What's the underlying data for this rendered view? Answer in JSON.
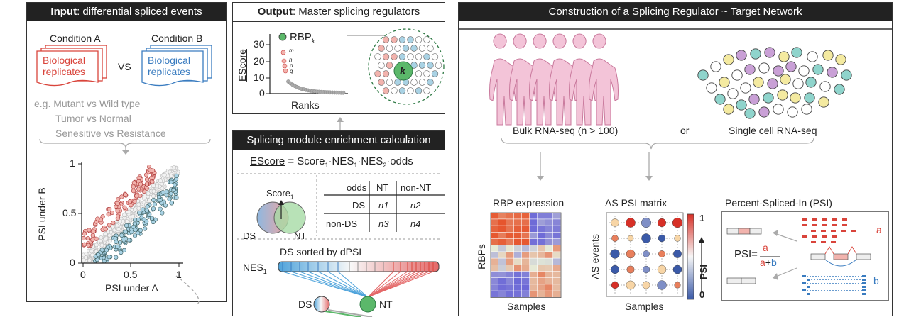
{
  "panel_input": {
    "title_bold": "Input",
    "title_rest": ": differential spliced events",
    "condition_a": "Condition A",
    "condition_b": "Condition B",
    "replicates_line1": "Biological",
    "replicates_line2": "replicates",
    "vs": "VS",
    "example_1": "e.g. Mutant vs Wild type",
    "example_2": "Tumor vs  Normal",
    "example_3": "Senesitive vs Resistance",
    "scatter": {
      "ylabel": "PSI under B",
      "xlabel": "PSI under A",
      "xticks": [
        "0",
        "0.5",
        "1"
      ],
      "yticks": [
        "0",
        "0.5",
        "1"
      ]
    }
  },
  "panel_output": {
    "title_bold": "Output",
    "title_rest": ": Master splicing regulators",
    "ylabel": "EScore",
    "xlabel": "Ranks",
    "yticks": [
      "0",
      "10",
      "20",
      "30"
    ],
    "rbp_label": "RBP",
    "rbp_sub": "k",
    "point_labels": [
      "m",
      "n",
      "p",
      "q"
    ],
    "network_center": "k"
  },
  "panel_enrich": {
    "title": "Splicing module enrichment calculation",
    "formula_lhs": "EScore",
    "formula_rhs_a": " = Score",
    "formula_rhs_b": "·NES",
    "formula_rhs_c": "·NES",
    "formula_rhs_d": "·odds",
    "sub1": "1",
    "sub2": "2",
    "score_label": "Score",
    "ds": "DS",
    "nt": "NT",
    "table_header": [
      "odds",
      "NT",
      "non-NT"
    ],
    "table_rows": [
      [
        "DS",
        "n1",
        "n2"
      ],
      [
        "non-DS",
        "n3",
        "n4"
      ]
    ],
    "sorted_label": "DS sorted by dPSI",
    "nes_label": "NES",
    "nes_sub": "1",
    "bottom_ds": "DS",
    "bottom_nt": "NT"
  },
  "panel_network": {
    "title": "Construction of a Splicing Regulator ~ Target Network",
    "bulk": "Bulk RNA-seq (n > 100)",
    "or": "or",
    "single": "Single cell RNA-seq",
    "rbp_expr": "RBP expression",
    "as_psi": "AS PSI matrix",
    "psi_title": "Percent-Spliced-In (PSI)",
    "rbps": "RBPs",
    "samples": "Samples",
    "as_events": "AS events",
    "psi_axis": "PSI",
    "colorbar_top": "1",
    "colorbar_bottom": "0",
    "psi_eq_lhs": "PSI=",
    "psi_num": "a",
    "psi_den_a": "a",
    "psi_den_plus": "+",
    "psi_den_b": "b",
    "label_a": "a",
    "label_b": "b"
  },
  "colors": {
    "red": "#d9443b",
    "blue": "#3a7cc0",
    "green": "#5bb86a",
    "gray": "#999999"
  }
}
